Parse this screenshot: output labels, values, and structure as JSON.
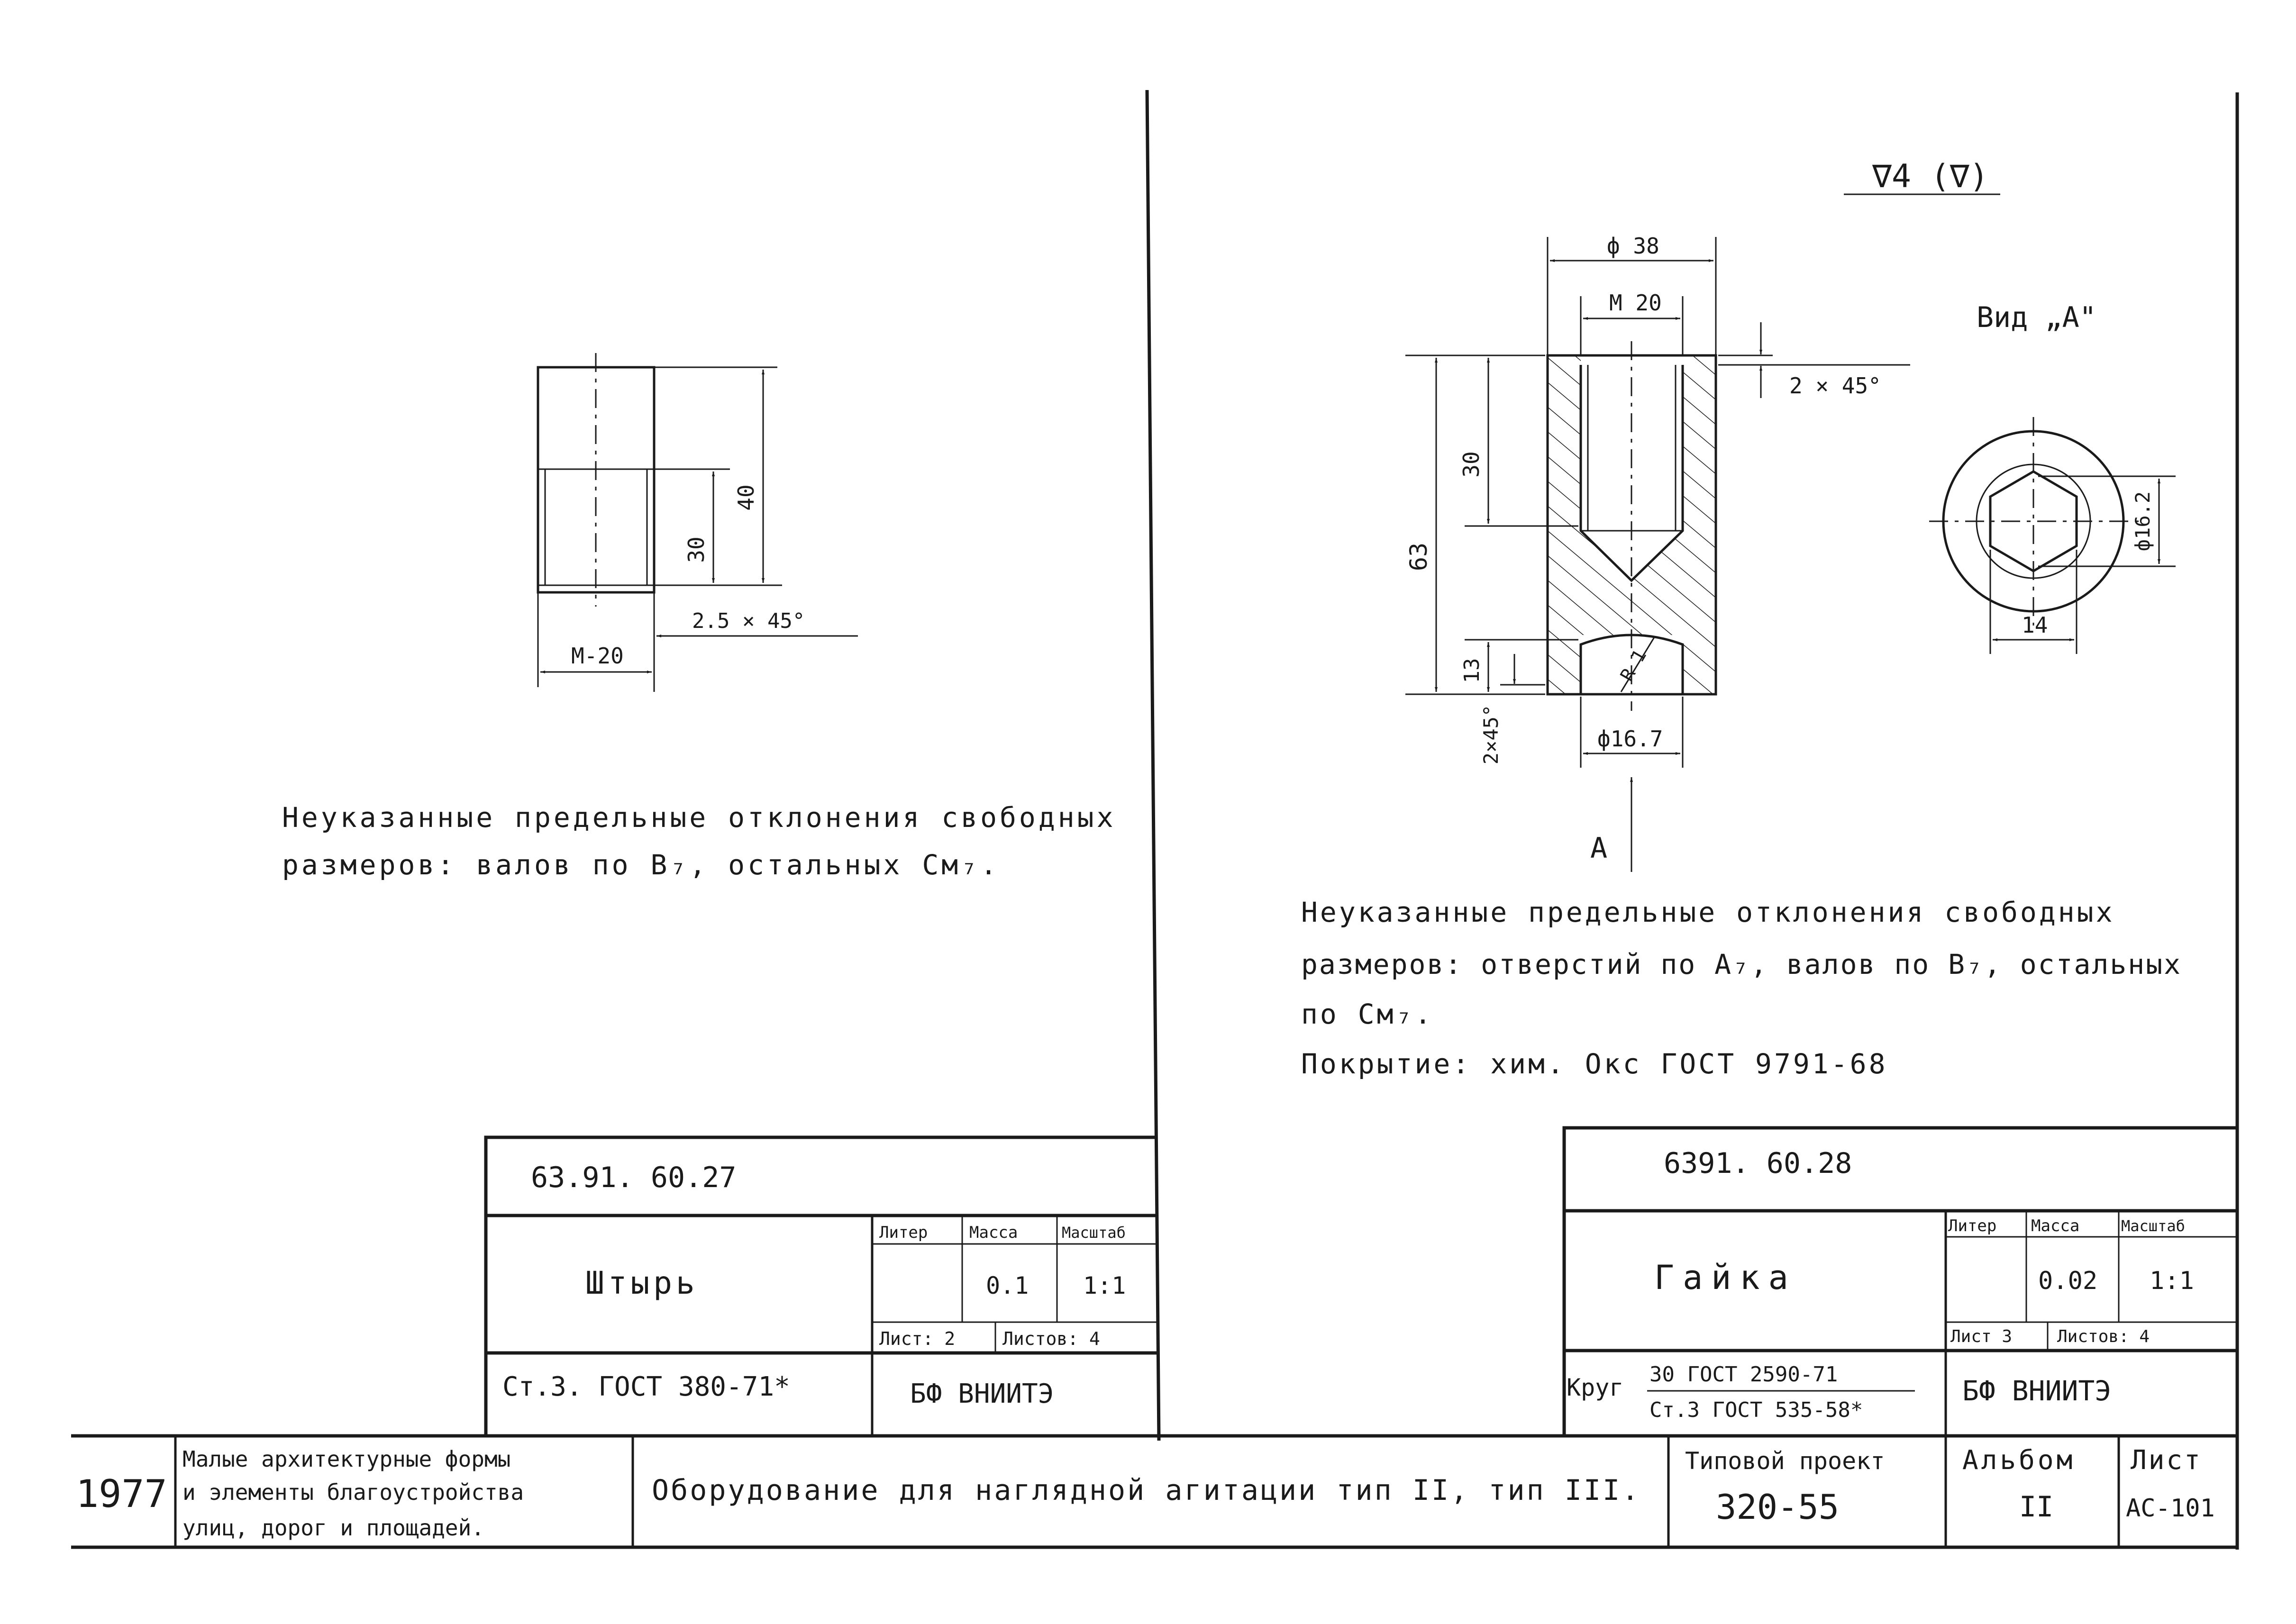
{
  "left_part": {
    "dims": {
      "d40": "40",
      "d30": "30",
      "chamfer": "2.5 × 45°",
      "thread": "M-20"
    },
    "notes": [
      "Неуказанные предельные отклонения свободных",
      "размеров: валов по B₇, остальных Cм₇."
    ],
    "title_block": {
      "code": "63.91. 60.27",
      "name": "Штырь",
      "liter_label": "Литер",
      "mass_label": "Масса",
      "scale_label": "Масштаб",
      "mass": "0.1",
      "scale": "1:1",
      "sheet": "Лист: 2",
      "sheets": "Листов: 4",
      "material": "Ст.3. ГОСТ 380-71*",
      "org": "БФ  ВНИИТЭ"
    }
  },
  "right_part": {
    "roughness": "∇4  (∇)",
    "dims": {
      "outer_d": "ф 38",
      "thread": "М 20",
      "chamfer": "2 × 45°",
      "h63": "63",
      "h30": "30",
      "h13": "13",
      "chamfer_bottom": "2×45°",
      "hex_d": "ф16.7",
      "radius": "R 1",
      "view_arrow": "А"
    },
    "view_label": "Вид „А\"",
    "view_dims": {
      "d": "ф16.2",
      "w": "14"
    },
    "notes": [
      "Неуказанные предельные отклонения свободных",
      "размеров: отверстий по A₇, валов по B₇, остальных",
      "по Cм₇.",
      "Покрытие: хим. Окс ГОСТ 9791-68"
    ],
    "title_block": {
      "code": "6391. 60.28",
      "name": "Гайка",
      "liter_label": "Литер",
      "mass_label": "Масса",
      "scale_label": "Масштаб",
      "mass": "0.02",
      "scale": "1:1",
      "sheet": "Лист 3",
      "sheets": "Листов: 4",
      "material_prefix": "Круг",
      "material_top": "30 ГОСТ 2590-71",
      "material_bottom": "Ст.3 ГОСТ 535-58*",
      "org": "БФ  ВНИИТЭ"
    }
  },
  "footer": {
    "year": "1977",
    "series": [
      "Малые архитектурные формы",
      "и элементы благоустройства",
      "улиц, дорог и площадей."
    ],
    "title": "Оборудование для наглядной агитации тип II, тип III.",
    "project_label": "Типовой проект",
    "project": "320-55",
    "album_label": "Альбом",
    "album": "II",
    "sheet_label": "Лист",
    "sheet": "АС-101"
  }
}
